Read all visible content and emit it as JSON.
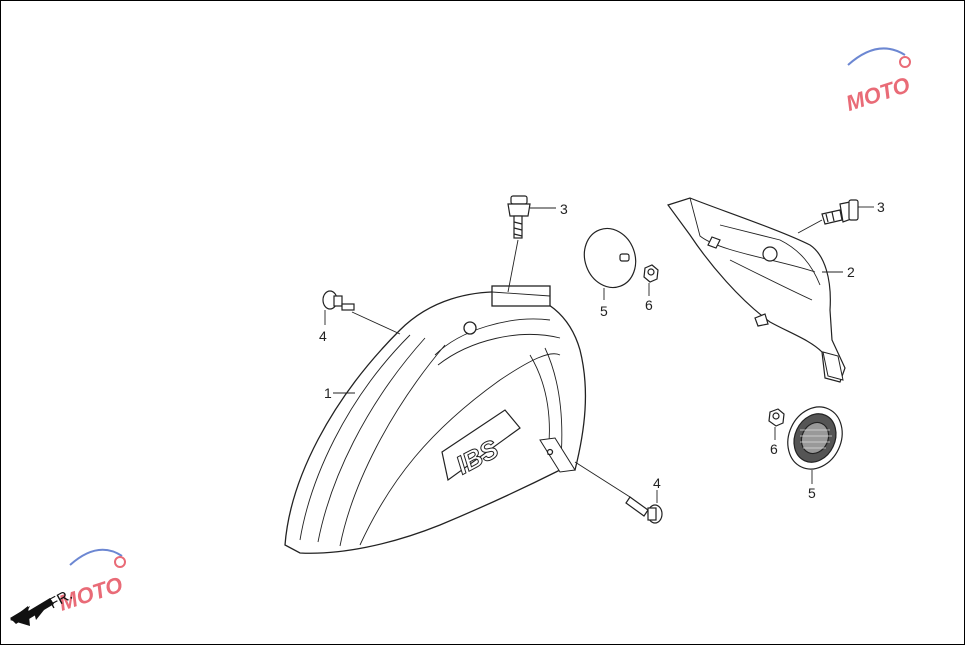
{
  "diagram": {
    "callouts": [
      {
        "id": "c1",
        "label": "1"
      },
      {
        "id": "c2",
        "label": "2"
      },
      {
        "id": "c3a",
        "label": "3"
      },
      {
        "id": "c3b",
        "label": "3"
      },
      {
        "id": "c4a",
        "label": "4"
      },
      {
        "id": "c4b",
        "label": "4"
      },
      {
        "id": "c5a",
        "label": "5"
      },
      {
        "id": "c5b",
        "label": "5"
      },
      {
        "id": "c6a",
        "label": "6"
      },
      {
        "id": "c6b",
        "label": "6"
      }
    ],
    "front_marker": "FR.",
    "emblem_text": "IBS",
    "watermark": "MOTO"
  },
  "colors": {
    "line": "#222222",
    "watermark_red": "#e23a4a",
    "watermark_blue": "#3b5fc4"
  }
}
